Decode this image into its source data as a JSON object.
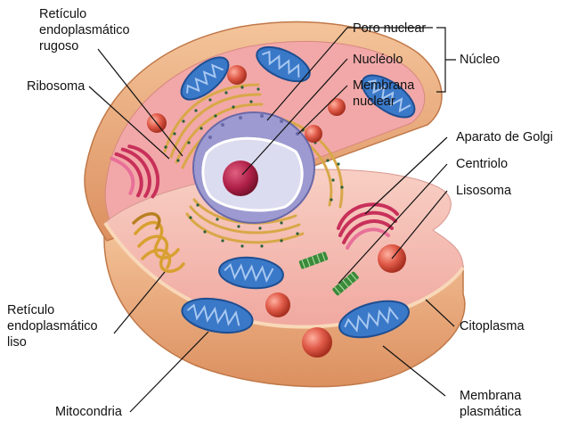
{
  "labels": {
    "rer": [
      "Retículo",
      "endoplasmático",
      "rugoso"
    ],
    "ribosoma": "Ribosoma",
    "poro_nuclear": "Poro nuclear",
    "nucleolo": "Nucléolo",
    "membrana_nuclear": [
      "Membrana",
      "nuclear"
    ],
    "nucleo": "Núcleo",
    "golgi": "Aparato de Golgi",
    "centriolo": "Centriolo",
    "lisosoma": "Lisosoma",
    "rel": [
      "Retículo",
      "endoplasmático",
      "liso"
    ],
    "citoplasma": "Citoplasma",
    "mitocondria": "Mitocondria",
    "membrana_plasmatica": [
      "Membrana",
      "plasmática"
    ]
  },
  "colors": {
    "cell_outer": "#e8a070",
    "cell_wall_top": "#f0b48c",
    "cytoplasm": "#f2b0b0",
    "cytoplasm_floor": "#f6c4bc",
    "mitochondria": "#3a78c8",
    "lysosome": "#e05a48",
    "golgi": "#c8305a",
    "nucleus_purple": "#8a88c8",
    "nucleolus": "#b02048",
    "rer": "#d8a848",
    "ribosome": "#2a6038",
    "rel": "#d8a030",
    "centriole": "#3a8a3a"
  }
}
